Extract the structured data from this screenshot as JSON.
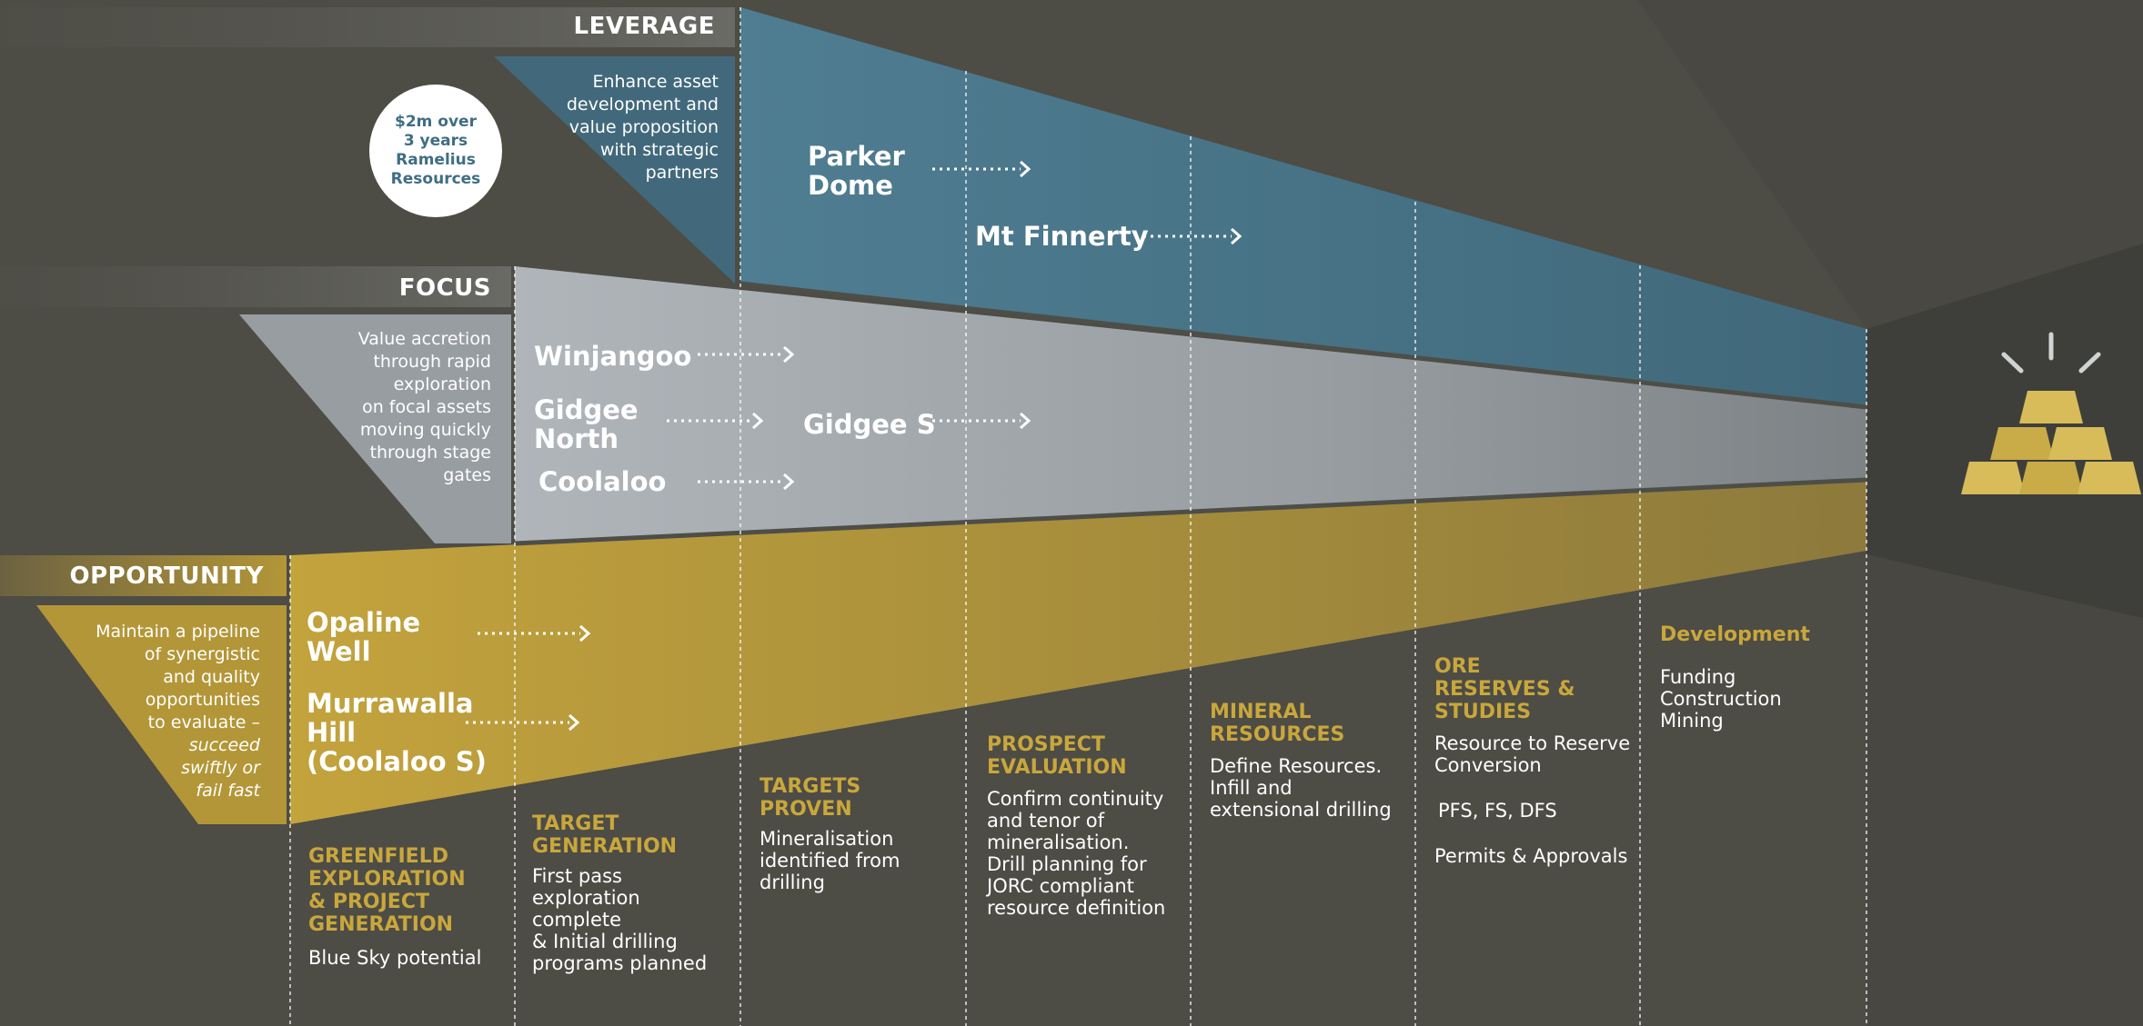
{
  "bands": {
    "leverage": {
      "label": "LEVERAGE",
      "description": "Enhance asset\ndevelopment and\nvalue proposition\nwith strategic\npartners",
      "badge": "$2m over\n3 years\nRamelius\nResources",
      "projects": [
        "Parker\nDome",
        "Mt Finnerty"
      ]
    },
    "focus": {
      "label": "FOCUS",
      "description": "Value accretion\nthrough rapid\nexploration\non focal assets\nmoving quickly\nthrough stage\ngates",
      "projects": [
        "Winjangoo",
        "Gidgee\nNorth",
        "Gidgee S",
        "Coolaloo"
      ]
    },
    "opportunity": {
      "label": "OPPORTUNITY",
      "description_main": "Maintain a pipeline\nof synergistic\nand quality\nopportunities\nto evaluate –",
      "description_italic": "succeed\nswiftly or\nfail fast",
      "projects": [
        "Opaline\nWell",
        "Murrawalla\nHill\n(Coolaloo S)"
      ]
    }
  },
  "stages": [
    {
      "title": "GREENFIELD\nEXPLORATION\n& PROJECT\nGENERATION",
      "desc": "Blue Sky potential"
    },
    {
      "title": "TARGET\nGENERATION",
      "desc": "First pass\nexploration complete\n& Initial drilling\nprograms planned"
    },
    {
      "title": "TARGETS\nPROVEN",
      "desc": "Mineralisation\nidentified from\ndrilling"
    },
    {
      "title": "PROSPECT\nEVALUATION",
      "desc": "Confirm continuity\nand tenor of\nmineralisation.\nDrill planning for\nJORC compliant\nresource definition"
    },
    {
      "title": "MINERAL\nRESOURCES",
      "desc": "Define Resources.\nInfill and\nextensional drilling"
    },
    {
      "title": "ORE\nRESERVES &\nSTUDIES",
      "desc": "Resource to Reserve\nConversion",
      "extra": [
        "PFS, FS, DFS",
        "Permits & Approvals"
      ]
    },
    {
      "title": "Development",
      "desc": "Funding\nConstruction\nMining"
    }
  ],
  "colors": {
    "background": "#4d4c45",
    "leverage": "#4b7589",
    "focus": "#a6abb0",
    "opportunity": "#b7993a",
    "stage_title": "#c9a73c",
    "gold": "#d8bc5a"
  },
  "icons": [
    "gold-bars-icon",
    "arrow-right-icon"
  ]
}
